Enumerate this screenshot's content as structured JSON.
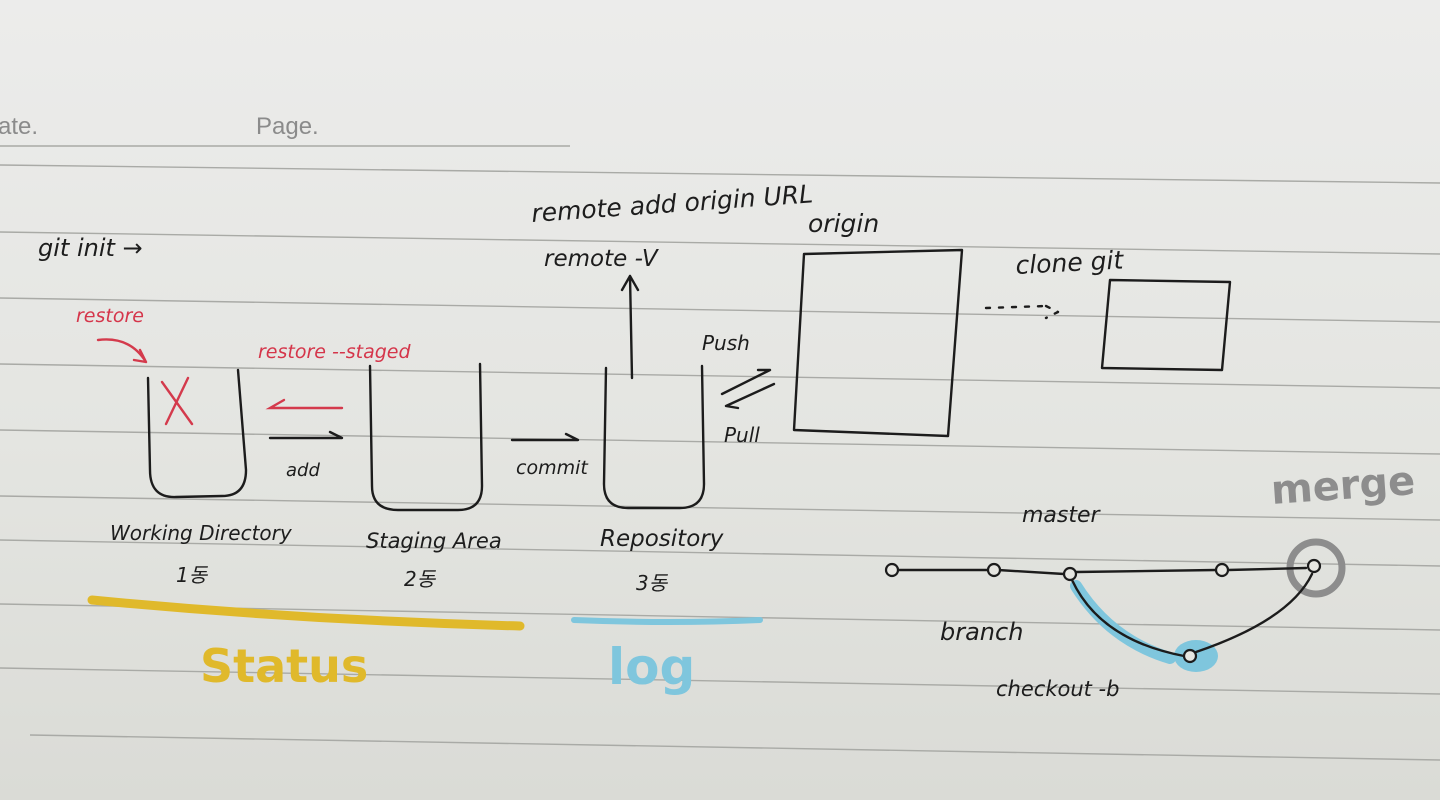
{
  "header": {
    "date_label": "ate.",
    "page_label": "Page."
  },
  "left_note": {
    "git_init": "git init →"
  },
  "areas": [
    {
      "label": "Working Directory",
      "index": "1동"
    },
    {
      "label": "Staging Area",
      "index": "2동"
    },
    {
      "label": "Repository",
      "index": "3동"
    }
  ],
  "arrows": {
    "restore": "restore",
    "restore_staged": "restore --staged",
    "add": "add",
    "commit": "commit",
    "push": "Push",
    "pull": "Pull"
  },
  "remote": {
    "add_origin": "remote add origin URL",
    "remote_v": "remote -V",
    "origin": "origin",
    "clone": "clone git"
  },
  "highlights": {
    "status": "Status",
    "log": "log"
  },
  "branching": {
    "master": "master",
    "branch": "branch",
    "checkout": "checkout -b",
    "merge": "merge"
  },
  "colors": {
    "ink": "#1c1c1c",
    "red_ink": "#d43a4c",
    "yellow_marker": "#e0b92b",
    "blue_marker": "#7fc6dd",
    "grey_marker": "#8d8d8d"
  }
}
